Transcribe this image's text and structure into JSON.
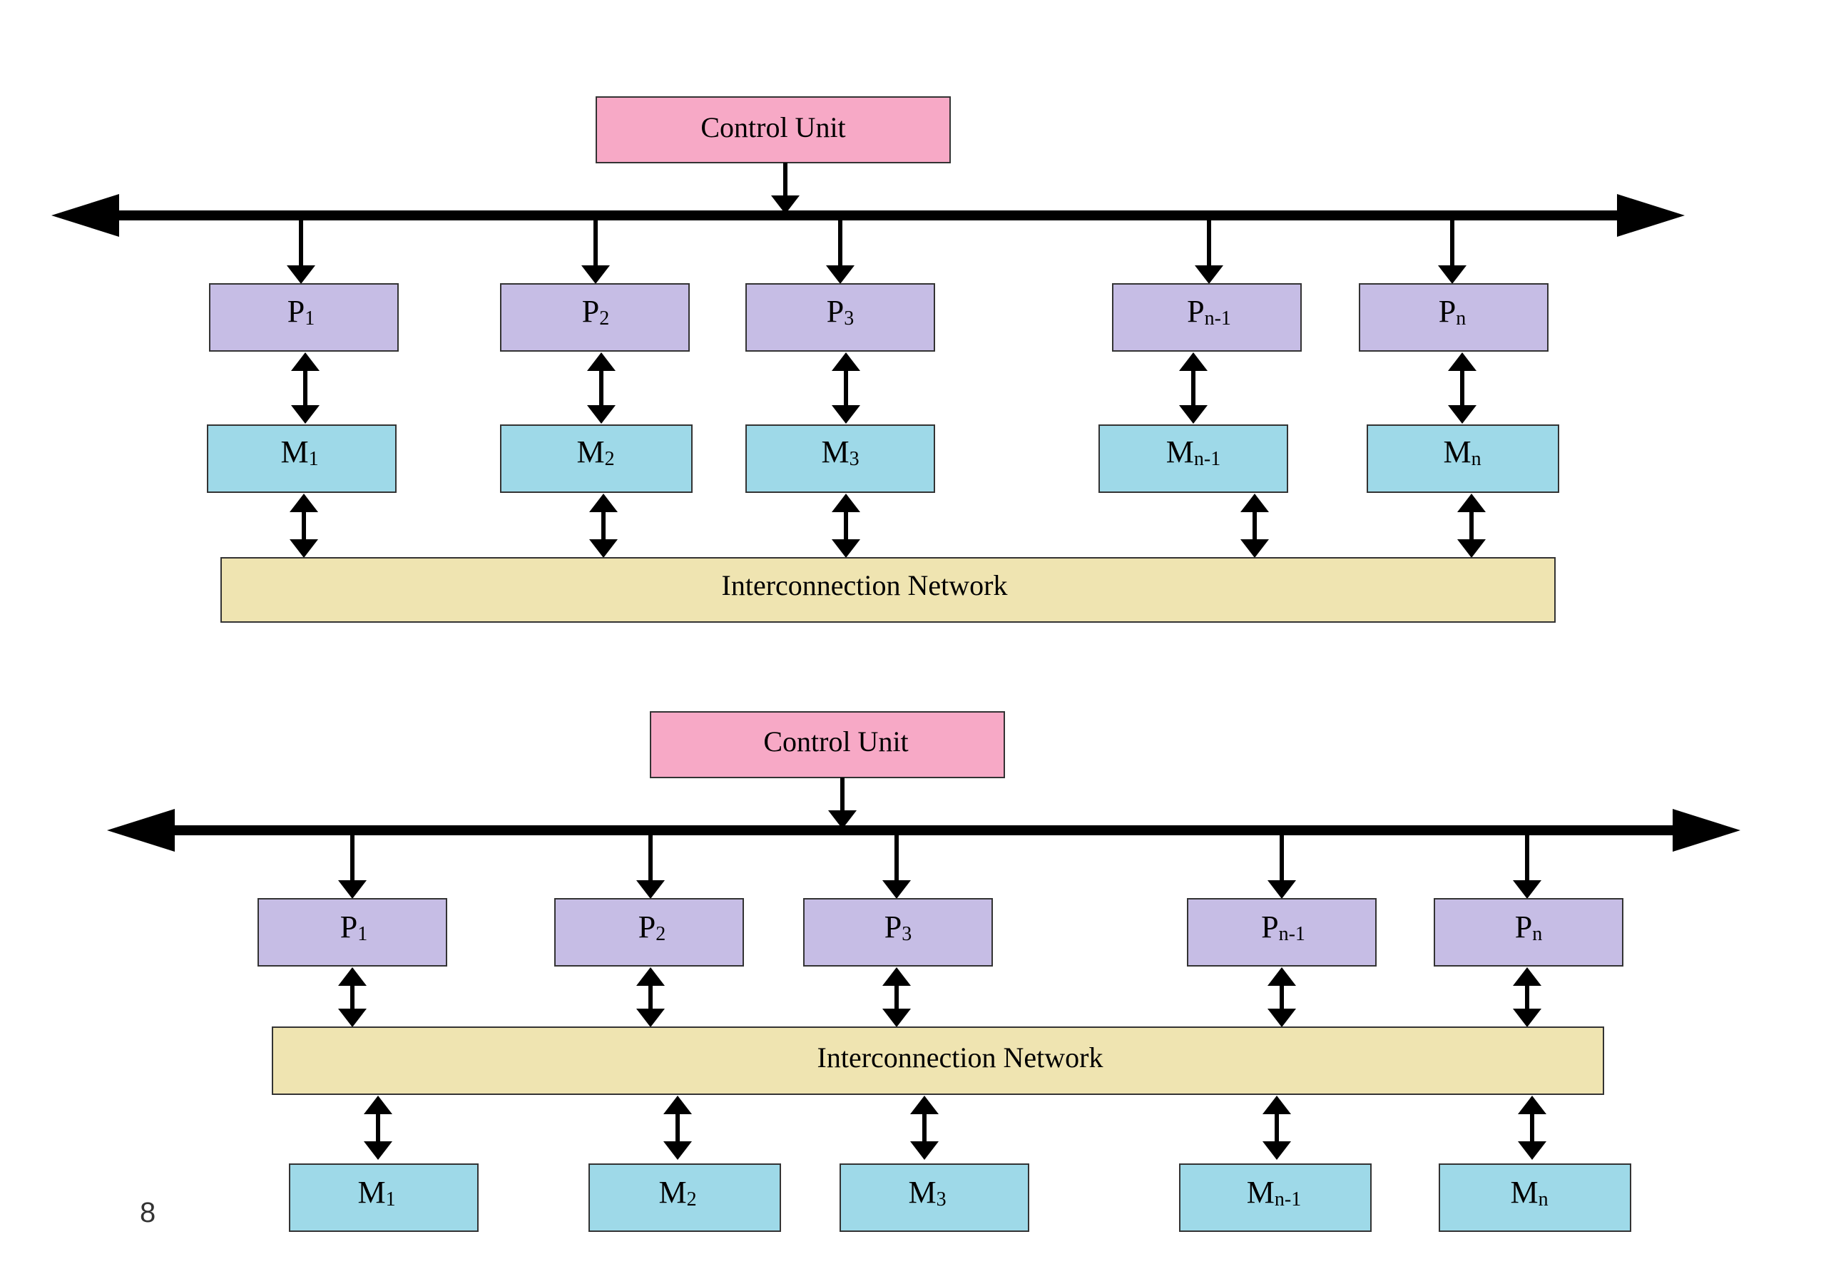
{
  "colors": {
    "control_unit": "#f7a9c6",
    "processor": "#c6bde5",
    "memory": "#9ed9e8",
    "network": "#efe4b1",
    "line": "#000000"
  },
  "diagrams": [
    {
      "control_unit": "Control Unit",
      "processors": [
        {
          "main": "P",
          "sub": "1"
        },
        {
          "main": "P",
          "sub": "2"
        },
        {
          "main": "P",
          "sub": "3"
        },
        {
          "main": "P",
          "sub": "n-1"
        },
        {
          "main": "P",
          "sub": "n"
        }
      ],
      "memories": [
        {
          "main": "M",
          "sub": "1"
        },
        {
          "main": "M",
          "sub": "2"
        },
        {
          "main": "M",
          "sub": "3"
        },
        {
          "main": "M",
          "sub": "n-1"
        },
        {
          "main": "M",
          "sub": "n"
        }
      ],
      "network": "Interconnection Network"
    },
    {
      "control_unit": "Control Unit",
      "processors": [
        {
          "main": "P",
          "sub": "1"
        },
        {
          "main": "P",
          "sub": "2"
        },
        {
          "main": "P",
          "sub": "3"
        },
        {
          "main": "P",
          "sub": "n-1"
        },
        {
          "main": "P",
          "sub": "n"
        }
      ],
      "memories": [
        {
          "main": "M",
          "sub": "1"
        },
        {
          "main": "M",
          "sub": "2"
        },
        {
          "main": "M",
          "sub": "3"
        },
        {
          "main": "M",
          "sub": "n-1"
        },
        {
          "main": "M",
          "sub": "n"
        }
      ],
      "network": "Interconnection Network"
    }
  ],
  "slide_number": "8"
}
